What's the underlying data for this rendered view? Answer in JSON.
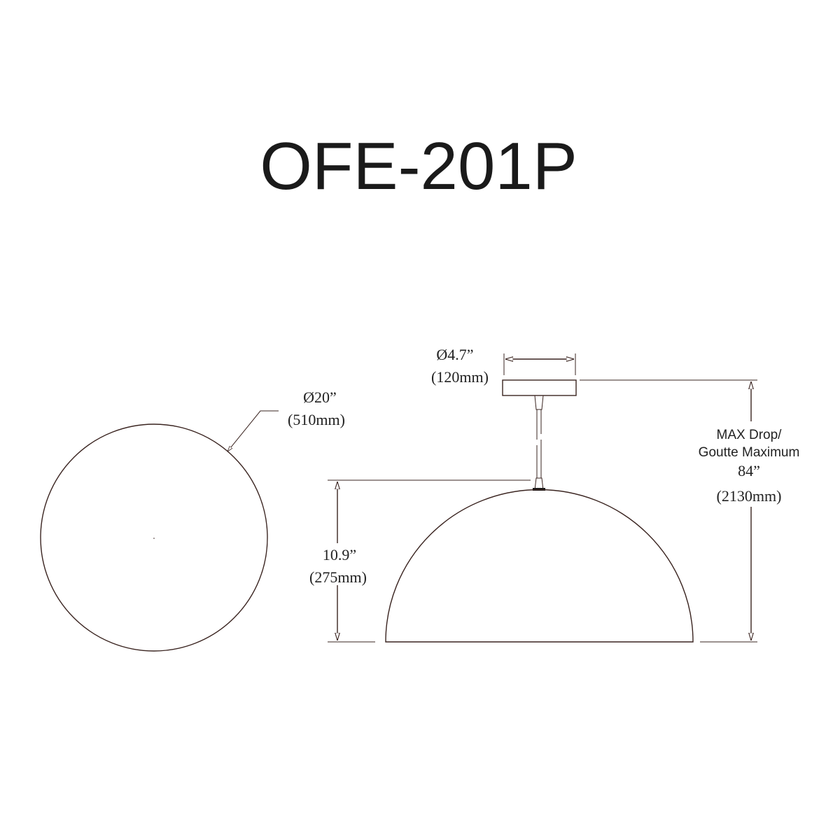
{
  "title": "OFE-201P",
  "top_view": {
    "diameter_in": "Ø20”",
    "diameter_mm": "(510mm)"
  },
  "canopy": {
    "diameter_in": "Ø4.7”",
    "diameter_mm": "(120mm)"
  },
  "shade_height": {
    "in": "10.9”",
    "mm": "(275mm)"
  },
  "max_drop": {
    "label_line1": "MAX Drop/",
    "label_line2": "Goutte Maximum",
    "in": "84”",
    "mm": "(2130mm)"
  },
  "colors": {
    "line": "#3a2420",
    "text": "#222222"
  }
}
